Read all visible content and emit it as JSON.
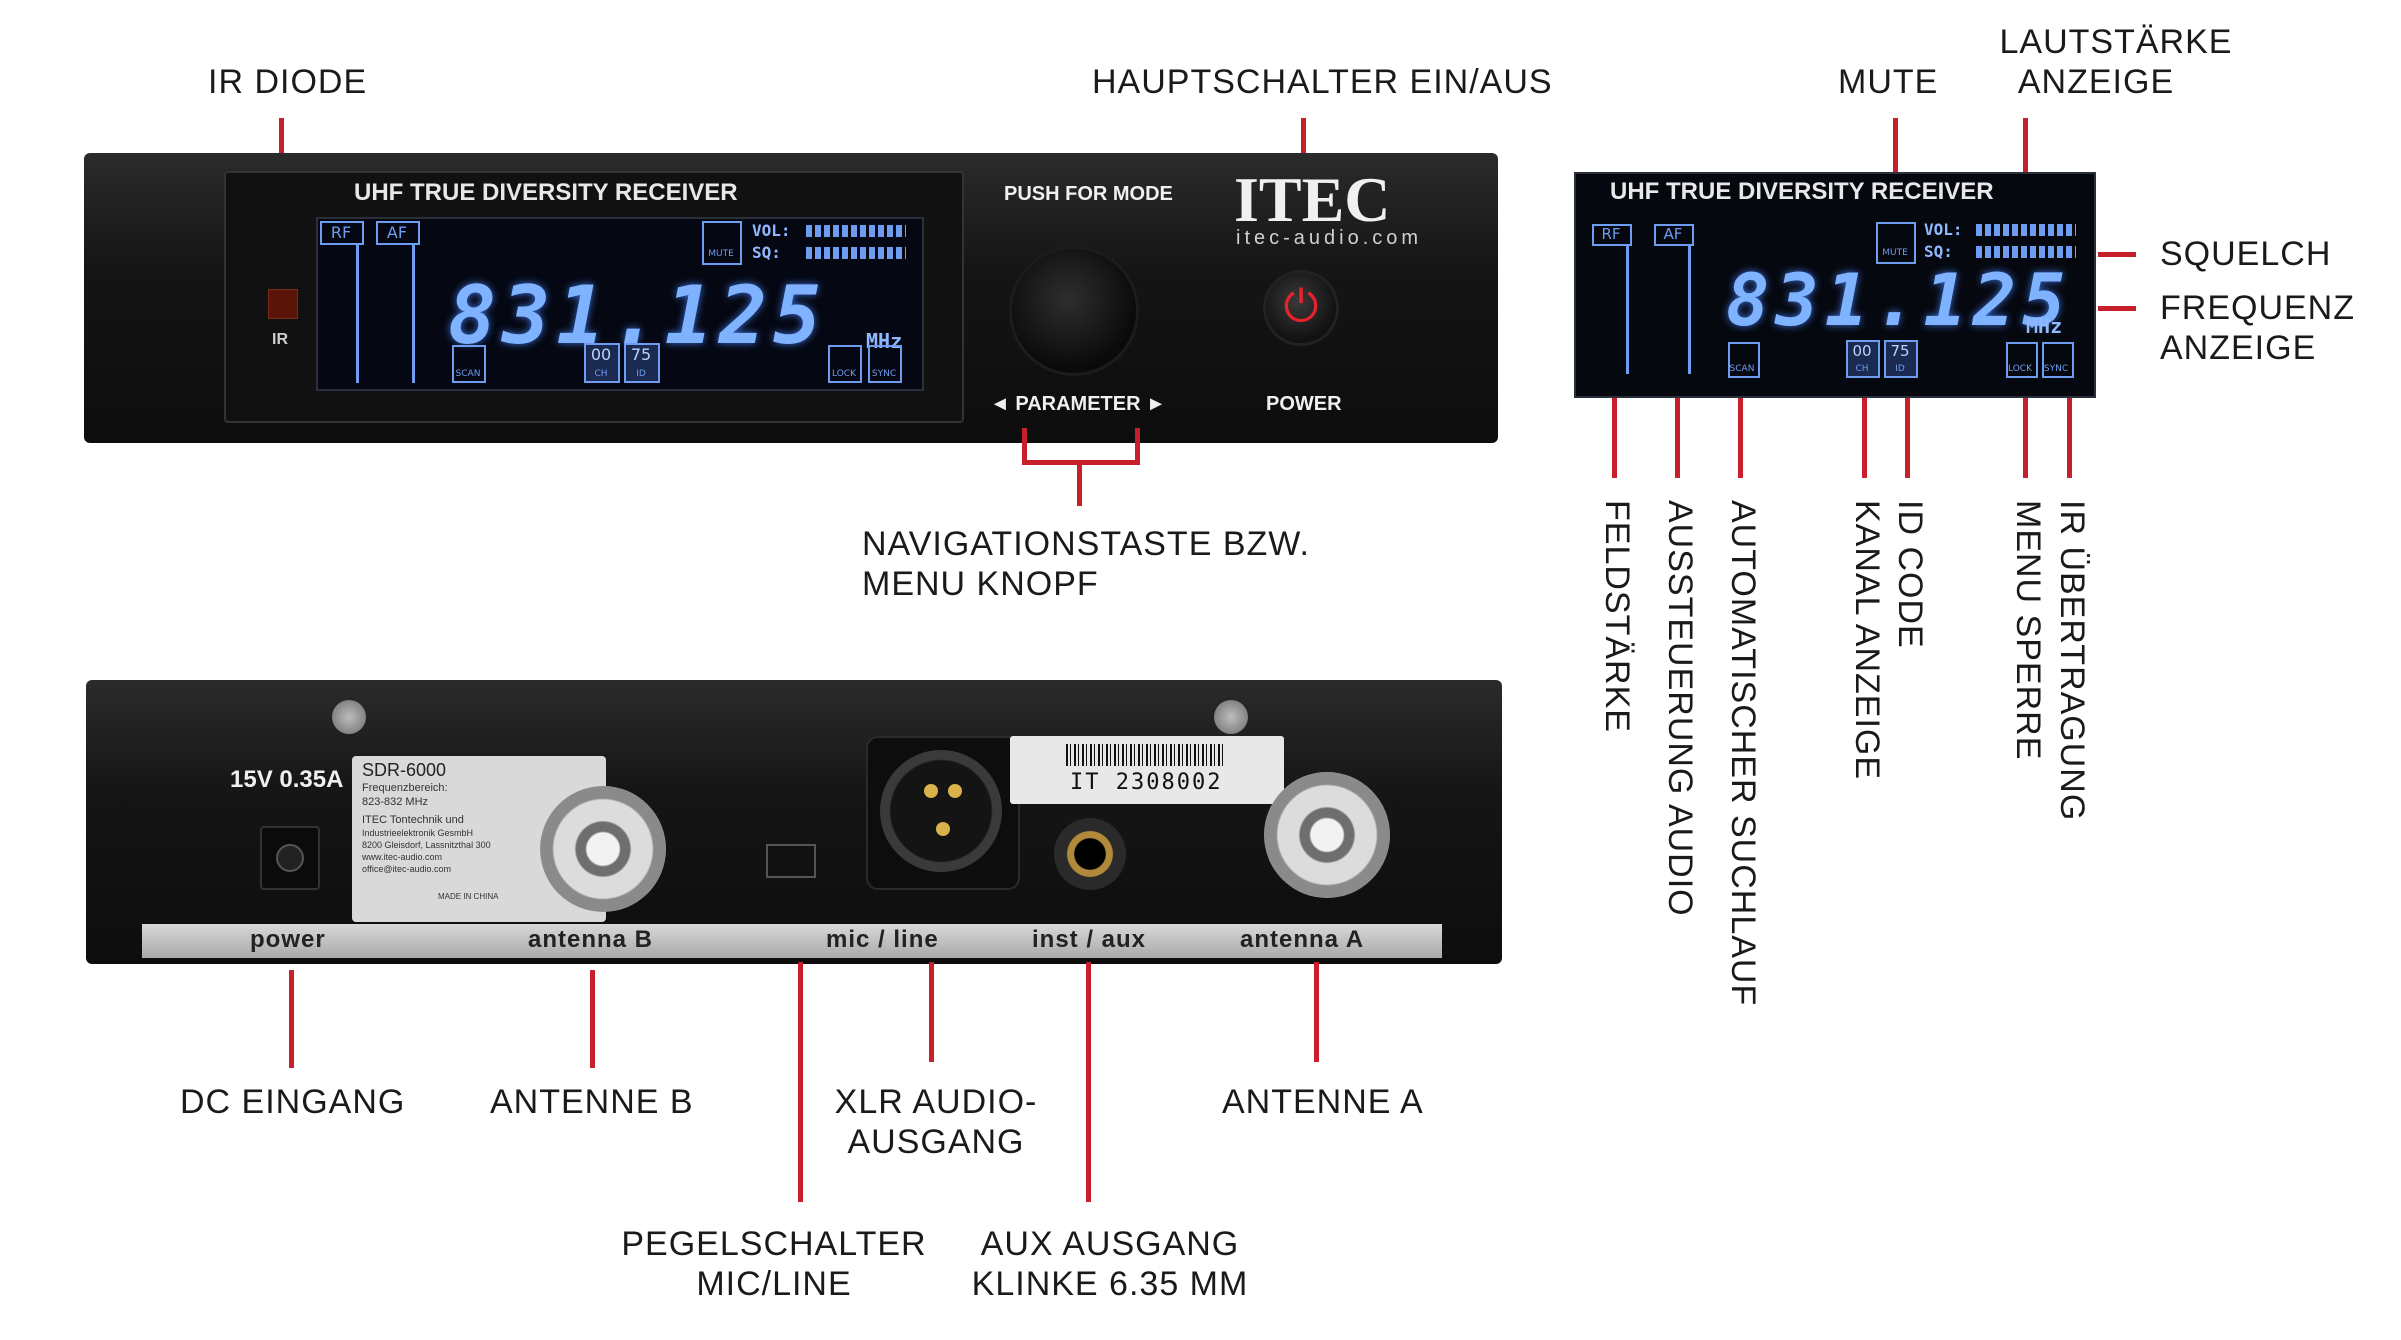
{
  "front_labels": {
    "ir_diode": "IR DIODE",
    "main_switch": "HAUPTSCHALTER EIN/AUS",
    "nav_line1": "NAVIGATIONSTASTE BZW.",
    "nav_line2": "MENU KNOPF"
  },
  "front_panel": {
    "lcd_header": "UHF TRUE DIVERSITY RECEIVER",
    "push_for_mode": "PUSH FOR MODE",
    "brand": "ITEC",
    "brand_url": "itec-audio.com",
    "power_label": "POWER",
    "parameter_label": "◄ PARAMETER ►",
    "ir_label": "IR"
  },
  "lcd": {
    "rf": "RF",
    "af": "AF",
    "mute": "MUTE",
    "vol": "VOL:",
    "sq": "SQ:",
    "frequency": "831.125",
    "unit": "MHz",
    "scan": "SCAN",
    "ch_value": "00",
    "ch": "CH",
    "id_value": "75",
    "id": "ID",
    "lock": "LOCK",
    "sync": "SYNC"
  },
  "lcd_labels": {
    "mute": "MUTE",
    "volume_line1": "LAUTSTÄRKE",
    "volume_line2": "ANZEIGE",
    "squelch": "SQUELCH",
    "freq_line1": "FREQUENZ",
    "freq_line2": "ANZEIGE",
    "vertical": [
      "FELDSTÄRKE",
      "AUSSTEUERUNG AUDIO",
      "AUTOMATISCHER SUCHLAUF",
      "KANAL ANZEIGE",
      "ID CODE",
      "MENU SPERRE",
      "IR ÜBERTRAGUNG"
    ]
  },
  "rear_panel": {
    "power_spec": "15V 0.35A",
    "sticker_model": "SDR-6000",
    "sticker_freq_title": "Frequenzbereich:",
    "sticker_freq": "823-832 MHz",
    "sticker_company": "ITEC Tontechnik und",
    "sticker_company2": "Industrieelektronik GesmbH",
    "sticker_address": "8200 Gleisdorf, Lassnitzthal 300",
    "sticker_web": "www.itec-audio.com",
    "sticker_mail": "office@itec-audio.com",
    "sticker_made": "MADE IN CHINA",
    "barcode_text": "IT 2308002",
    "strip_power": "power",
    "strip_antenna_b": "antenna B",
    "strip_mic_line": "mic / line",
    "strip_inst_aux": "inst / aux",
    "strip_antenna_a": "antenna A"
  },
  "rear_labels": {
    "dc": "DC EINGANG",
    "antenna_b": "ANTENNE B",
    "xlr_line1": "XLR AUDIO-",
    "xlr_line2": "AUSGANG",
    "antenna_a": "ANTENNE A",
    "level_line1": "PEGELSCHALTER",
    "level_line2": "MIC/LINE",
    "aux_line1": "AUX AUSGANG",
    "aux_line2": "KLINKE 6.35 MM"
  },
  "colors": {
    "leader_line": "#c8202a",
    "lcd_blue": "#7fb2ff"
  }
}
